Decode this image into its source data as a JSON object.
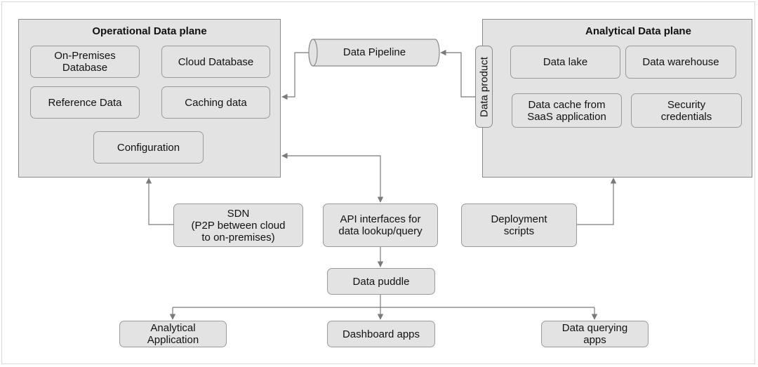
{
  "operational": {
    "title": "Operational Data plane",
    "on_prem": "On-Premises\nDatabase",
    "cloud_db": "Cloud Database",
    "reference": "Reference Data",
    "caching": "Caching data",
    "configuration": "Configuration"
  },
  "analytical": {
    "title": "Analytical Data plane",
    "data_lake": "Data lake",
    "data_warehouse": "Data warehouse",
    "data_cache": "Data cache from\nSaaS application",
    "security": "Security\ncredentials"
  },
  "data_product": "Data product",
  "pipeline": "Data Pipeline",
  "sdn": "SDN\n(P2P between cloud\nto on-premises)",
  "api": "API interfaces for\ndata lookup/query",
  "deployment": "Deployment\nscripts",
  "puddle": "Data puddle",
  "analytical_app": "Analytical\nApplication",
  "dashboard": "Dashboard apps",
  "querying": "Data querying\napps",
  "colors": {
    "box_fill": "#e3e3e3",
    "border": "#8a8a8a",
    "line": "#7a7a7a"
  }
}
